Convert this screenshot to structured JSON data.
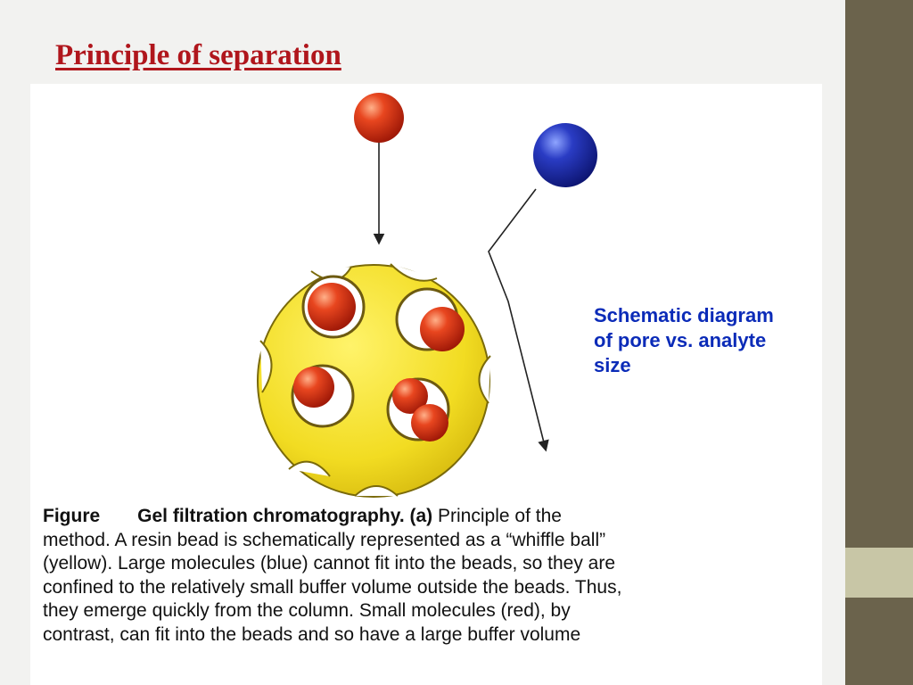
{
  "slide": {
    "title": "Principle of separation"
  },
  "callout": {
    "lines": [
      "Schematic diagram",
      "of pore vs. analyte",
      "size"
    ]
  },
  "caption": {
    "label": "Figure",
    "heading": "Gel filtration chromatography.",
    "part": "(a)",
    "lines": [
      "Principle of the",
      "method. A resin bead is schematically represented as a “whiffle ball”",
      "(yellow). Large molecules (blue) cannot fit into the beads, so they are",
      "confined to the relatively small buffer volume outside the beads. Thus,",
      "they emerge quickly from the column. Small molecules (red), by",
      "contrast, can fit into the beads and so have a large buffer volume"
    ]
  },
  "colors": {
    "title": "#b0161c",
    "callout": "#0b2bb8",
    "resin_bead": "#f4e12a",
    "small_molecule": "#d9331a",
    "large_molecule": "#1f2fa8",
    "sidebar": "#6b634c",
    "sidebar_accent": "#c8c6a6"
  }
}
